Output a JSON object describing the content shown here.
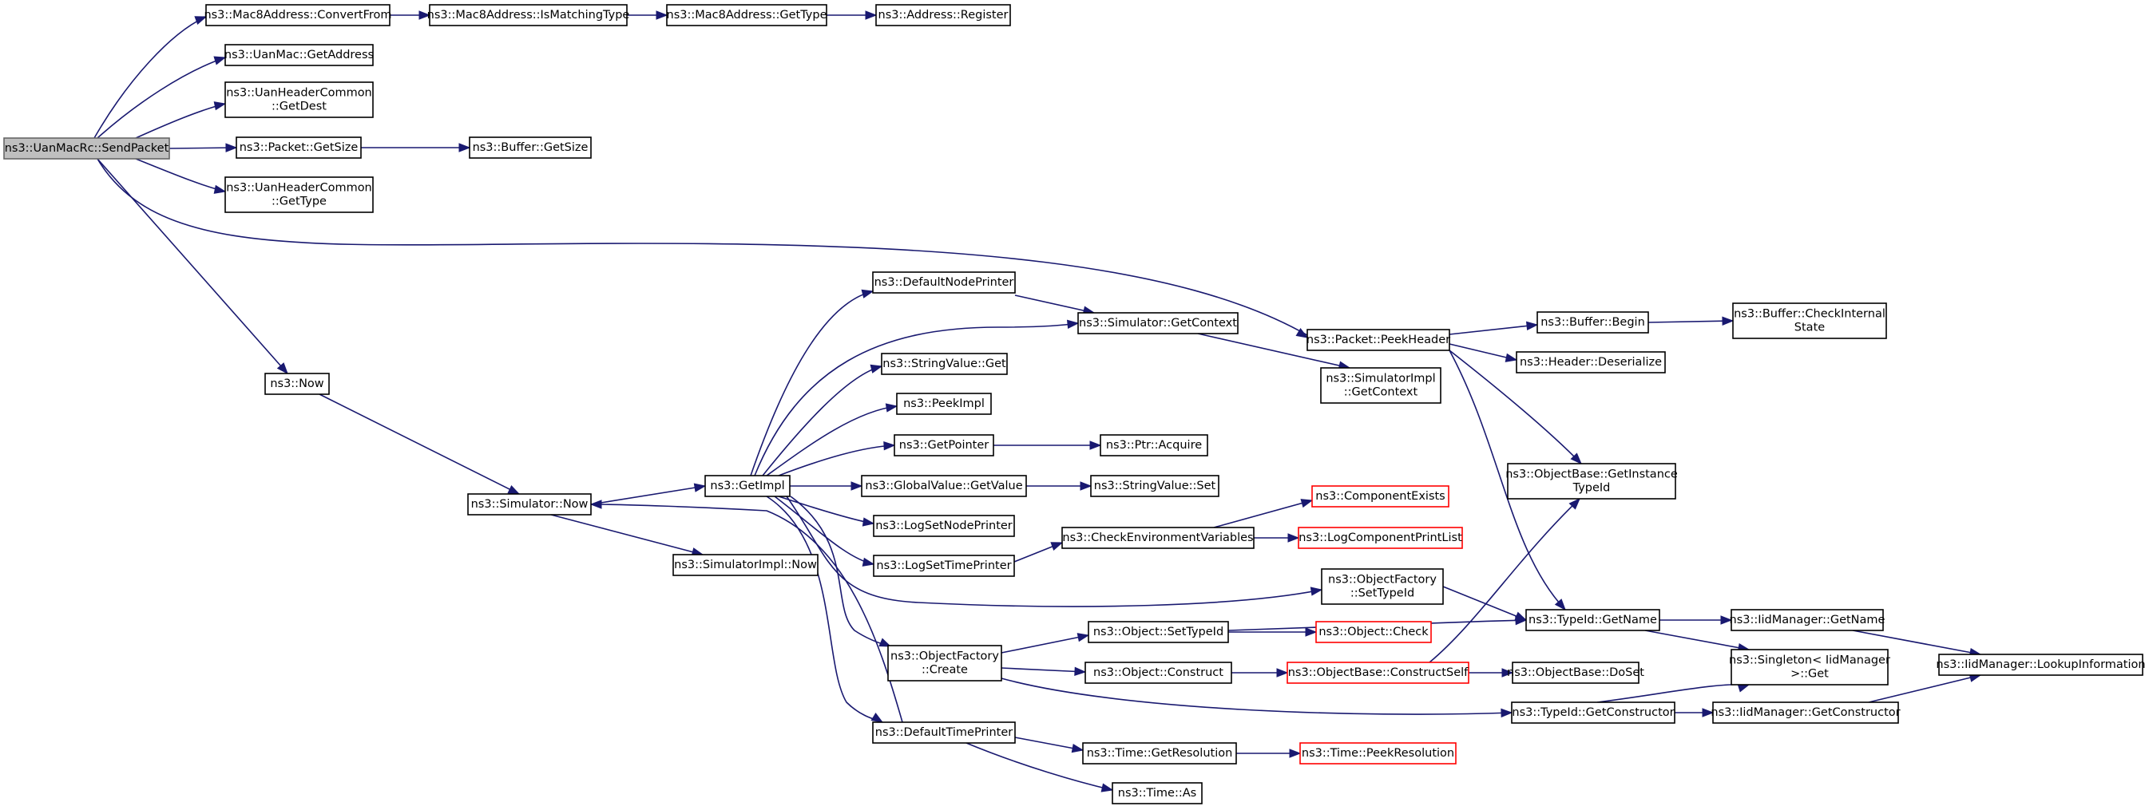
{
  "diagram": {
    "nodes": [
      {
        "id": "n0",
        "lines": [
          "ns3::UanMacRc::SendPacket"
        ],
        "style": "root"
      },
      {
        "id": "n1",
        "lines": [
          "ns3::Mac8Address::ConvertFrom"
        ]
      },
      {
        "id": "n2",
        "lines": [
          "ns3::Mac8Address::IsMatchingType"
        ]
      },
      {
        "id": "n3",
        "lines": [
          "ns3::Mac8Address::GetType"
        ]
      },
      {
        "id": "n4",
        "lines": [
          "ns3::Address::Register"
        ]
      },
      {
        "id": "n5",
        "lines": [
          "ns3::UanMac::GetAddress"
        ]
      },
      {
        "id": "n6",
        "lines": [
          "ns3::UanHeaderCommon",
          "::GetDest"
        ]
      },
      {
        "id": "n7",
        "lines": [
          "ns3::Packet::GetSize"
        ]
      },
      {
        "id": "n8",
        "lines": [
          "ns3::Buffer::GetSize"
        ]
      },
      {
        "id": "n9",
        "lines": [
          "ns3::UanHeaderCommon",
          "::GetType"
        ]
      },
      {
        "id": "n10",
        "lines": [
          "ns3::Now"
        ]
      },
      {
        "id": "n11",
        "lines": [
          "ns3::Simulator::Now"
        ]
      },
      {
        "id": "n12",
        "lines": [
          "ns3::GetImpl"
        ]
      },
      {
        "id": "n13",
        "lines": [
          "ns3::SimulatorImpl::Now"
        ]
      },
      {
        "id": "n14",
        "lines": [
          "ns3::DefaultNodePrinter"
        ]
      },
      {
        "id": "n15",
        "lines": [
          "ns3::Simulator::GetContext"
        ]
      },
      {
        "id": "n16",
        "lines": [
          "ns3::SimulatorImpl",
          "::GetContext"
        ]
      },
      {
        "id": "n17",
        "lines": [
          "ns3::StringValue::Get"
        ]
      },
      {
        "id": "n18",
        "lines": [
          "ns3::PeekImpl"
        ]
      },
      {
        "id": "n19",
        "lines": [
          "ns3::GetPointer"
        ]
      },
      {
        "id": "n20",
        "lines": [
          "ns3::Ptr::Acquire"
        ]
      },
      {
        "id": "n21",
        "lines": [
          "ns3::GlobalValue::GetValue"
        ]
      },
      {
        "id": "n22",
        "lines": [
          "ns3::StringValue::Set"
        ]
      },
      {
        "id": "n23",
        "lines": [
          "ns3::LogSetNodePrinter"
        ]
      },
      {
        "id": "n24",
        "lines": [
          "ns3::LogSetTimePrinter"
        ]
      },
      {
        "id": "n25",
        "lines": [
          "ns3::CheckEnvironmentVariables"
        ]
      },
      {
        "id": "n26",
        "lines": [
          "ns3::ComponentExists"
        ],
        "style": "truncated"
      },
      {
        "id": "n27",
        "lines": [
          "ns3::LogComponentPrintList"
        ],
        "style": "truncated"
      },
      {
        "id": "n28",
        "lines": [
          "ns3::ObjectFactory",
          "::Create"
        ]
      },
      {
        "id": "n29",
        "lines": [
          "ns3::Object::SetTypeId"
        ]
      },
      {
        "id": "n30",
        "lines": [
          "ns3::Object::Check"
        ],
        "style": "truncated"
      },
      {
        "id": "n31",
        "lines": [
          "ns3::Object::Construct"
        ]
      },
      {
        "id": "n32",
        "lines": [
          "ns3::ObjectBase::ConstructSelf"
        ],
        "style": "truncated"
      },
      {
        "id": "n33",
        "lines": [
          "ns3::ObjectBase::DoSet"
        ]
      },
      {
        "id": "n34",
        "lines": [
          "ns3::DefaultTimePrinter"
        ]
      },
      {
        "id": "n35",
        "lines": [
          "ns3::Time::GetResolution"
        ]
      },
      {
        "id": "n36",
        "lines": [
          "ns3::Time::PeekResolution"
        ],
        "style": "truncated"
      },
      {
        "id": "n37",
        "lines": [
          "ns3::Time::As"
        ]
      },
      {
        "id": "n38",
        "lines": [
          "ns3::Packet::PeekHeader"
        ]
      },
      {
        "id": "n39",
        "lines": [
          "ns3::Buffer::Begin"
        ]
      },
      {
        "id": "n40",
        "lines": [
          "ns3::Buffer::CheckInternal",
          "State"
        ]
      },
      {
        "id": "n41",
        "lines": [
          "ns3::Header::Deserialize"
        ]
      },
      {
        "id": "n42",
        "lines": [
          "ns3::ObjectBase::GetInstance",
          "TypeId"
        ]
      },
      {
        "id": "n43",
        "lines": [
          "ns3::ObjectFactory",
          "::SetTypeId"
        ]
      },
      {
        "id": "n44",
        "lines": [
          "ns3::TypeId::GetName"
        ]
      },
      {
        "id": "n45",
        "lines": [
          "ns3::IidManager::GetName"
        ]
      },
      {
        "id": "n46",
        "lines": [
          "ns3::Singleton< IidManager",
          " >::Get"
        ]
      },
      {
        "id": "n47",
        "lines": [
          "ns3::IidManager::LookupInformation"
        ]
      },
      {
        "id": "n48",
        "lines": [
          "ns3::TypeId::GetConstructor"
        ]
      },
      {
        "id": "n49",
        "lines": [
          "ns3::IidManager::GetConstructor"
        ]
      }
    ],
    "edges": [
      [
        "n0",
        "n1"
      ],
      [
        "n1",
        "n2"
      ],
      [
        "n2",
        "n3"
      ],
      [
        "n3",
        "n4"
      ],
      [
        "n0",
        "n5"
      ],
      [
        "n0",
        "n6"
      ],
      [
        "n0",
        "n7"
      ],
      [
        "n7",
        "n8"
      ],
      [
        "n0",
        "n9"
      ],
      [
        "n0",
        "n38"
      ],
      [
        "n0",
        "n10"
      ],
      [
        "n10",
        "n11"
      ],
      [
        "n11",
        "n12"
      ],
      [
        "n11",
        "n13"
      ],
      [
        "n12",
        "n14"
      ],
      [
        "n14",
        "n15"
      ],
      [
        "n12",
        "n15"
      ],
      [
        "n15",
        "n16"
      ],
      [
        "n12",
        "n17"
      ],
      [
        "n12",
        "n18"
      ],
      [
        "n12",
        "n19"
      ],
      [
        "n19",
        "n20"
      ],
      [
        "n12",
        "n21"
      ],
      [
        "n21",
        "n22"
      ],
      [
        "n12",
        "n23"
      ],
      [
        "n12",
        "n24"
      ],
      [
        "n24",
        "n25"
      ],
      [
        "n25",
        "n26"
      ],
      [
        "n25",
        "n27"
      ],
      [
        "n12",
        "n43"
      ],
      [
        "n12",
        "n28"
      ],
      [
        "n12",
        "n34"
      ],
      [
        "n28",
        "n29"
      ],
      [
        "n28",
        "n31"
      ],
      [
        "n28",
        "n48"
      ],
      [
        "n29",
        "n30"
      ],
      [
        "n29",
        "n44"
      ],
      [
        "n31",
        "n32"
      ],
      [
        "n32",
        "n33"
      ],
      [
        "n32",
        "n42"
      ],
      [
        "n34",
        "n11"
      ],
      [
        "n34",
        "n35"
      ],
      [
        "n34",
        "n37"
      ],
      [
        "n35",
        "n36"
      ],
      [
        "n38",
        "n39"
      ],
      [
        "n39",
        "n40"
      ],
      [
        "n38",
        "n41"
      ],
      [
        "n38",
        "n42"
      ],
      [
        "n38",
        "n44"
      ],
      [
        "n43",
        "n44"
      ],
      [
        "n44",
        "n45"
      ],
      [
        "n44",
        "n46"
      ],
      [
        "n45",
        "n47"
      ],
      [
        "n48",
        "n46"
      ],
      [
        "n48",
        "n49"
      ],
      [
        "n49",
        "n47"
      ]
    ]
  }
}
